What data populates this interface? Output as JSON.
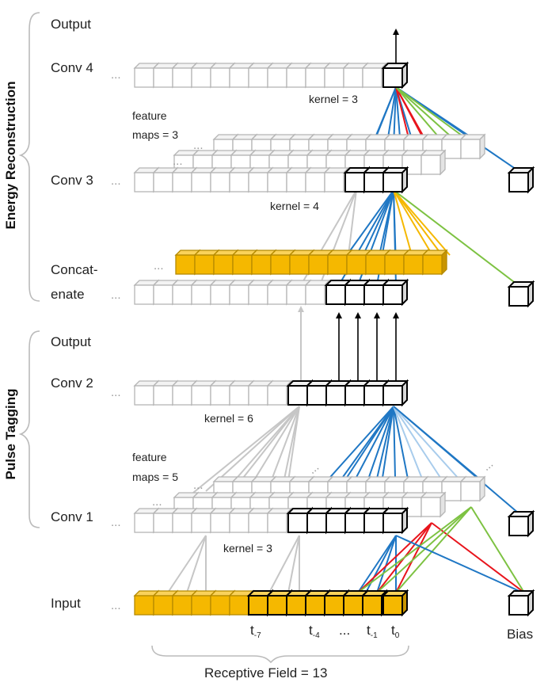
{
  "sections": {
    "energy": "Energy Reconstruction",
    "pulse": "Pulse Tagging"
  },
  "rows": {
    "output_top": "Output",
    "conv4": "Conv 4",
    "conv3": "Conv 3",
    "concat_line1": "Concat-",
    "concat_line2": "enate",
    "output_mid": "Output",
    "conv2": "Conv 2",
    "conv1": "Conv 1",
    "input": "Input"
  },
  "annotations": {
    "kernel_conv4": "kernel = 3",
    "fm_top_line1": "feature",
    "fm_top_line2": "maps =  3",
    "kernel_conv3": "kernel = 4",
    "kernel_conv2": "kernel = 6",
    "fm_bot_line1": "feature",
    "fm_bot_line2": "maps = 5",
    "kernel_conv1": "kernel = 3",
    "receptive_field": "Receptive Field = 13",
    "bias": "Bias",
    "ellipsis": "...",
    "t_mid_dots": "..."
  },
  "time_labels": {
    "t7_base": "t",
    "t7_sub": "-7",
    "t4_base": "t",
    "t4_sub": "-4",
    "t1_base": "t",
    "t1_sub": "-1",
    "t0_base": "t",
    "t0_sub": "0"
  },
  "colors": {
    "blue": "#1f77c4",
    "red": "#e8141c",
    "green": "#7dc242",
    "yellow": "#f5b800",
    "gray": "#c6c6c6"
  }
}
